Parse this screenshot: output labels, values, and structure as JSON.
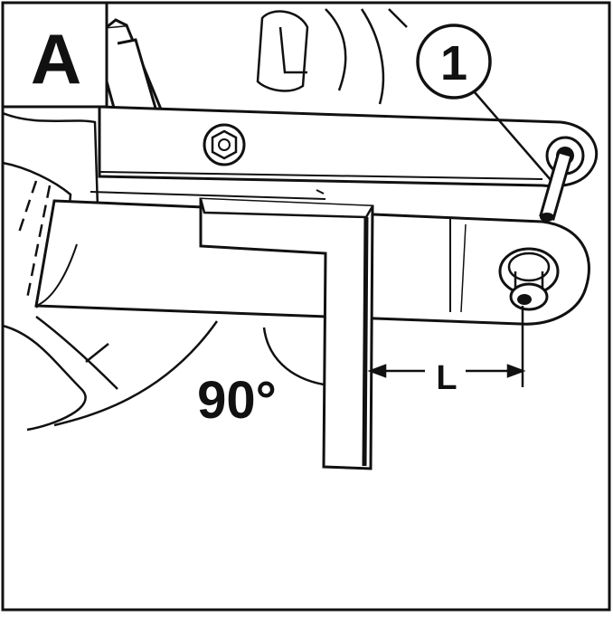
{
  "panel_label": "A",
  "callout_number": "1",
  "angle_label": "90°",
  "dimension_label": "L"
}
